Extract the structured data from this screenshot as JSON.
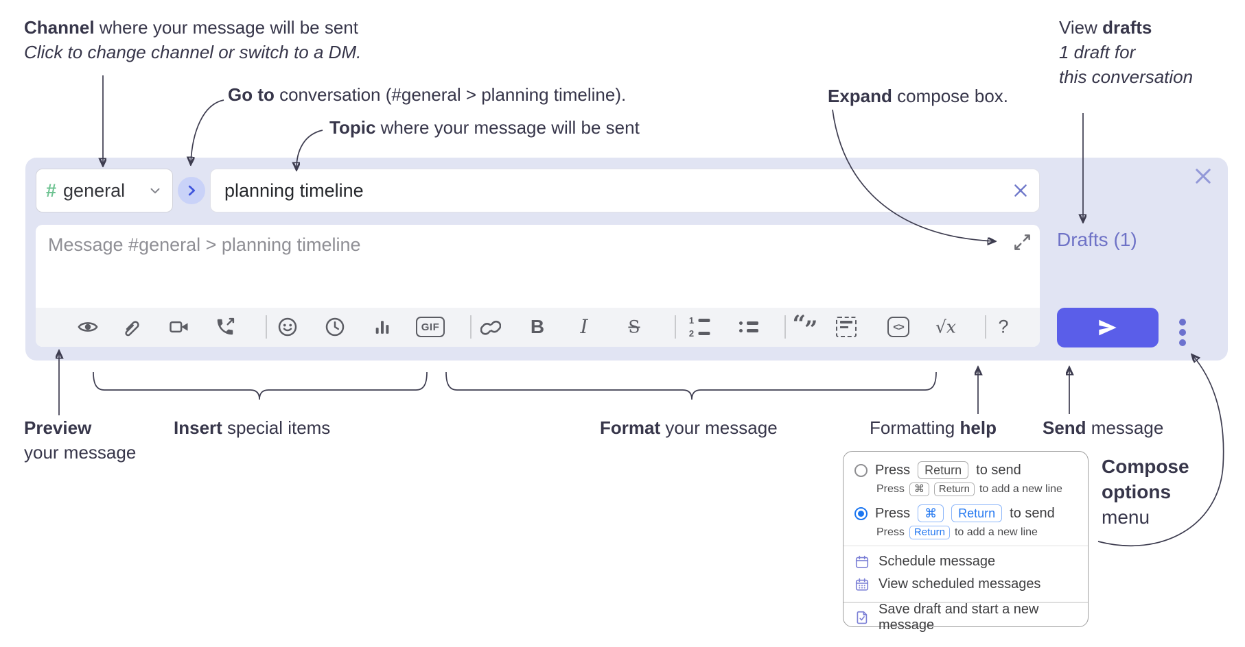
{
  "colors": {
    "compose_bg": "#e1e4f3",
    "send_button": "#5a5ee9",
    "drafts_link": "#6e72c6",
    "channel_hash_green": "#6ec392",
    "goto_circle_bg": "#c9d2f8",
    "toolbar_icon_gray": "#5b5c63",
    "popup_blue": "#2478f0",
    "menu_icon_purple": "#7c80d6",
    "annotation_ink": "#37364a"
  },
  "annotations": {
    "channel_bold": "Channel",
    "channel_rest": " where your message will be sent",
    "channel_sub": "Click to change channel or switch to a DM.",
    "goto_bold": "Go to",
    "goto_rest": " conversation (#general > planning timeline).",
    "topic_bold": "Topic",
    "topic_rest": " where your message will be sent",
    "expand_bold": "Expand",
    "expand_rest": " compose box.",
    "drafts_pre": "View ",
    "drafts_bold": "drafts",
    "drafts_sub1": "1 draft for",
    "drafts_sub2": "this conversation",
    "preview_bold": "Preview",
    "preview_sub": "your message",
    "insert_bold": "Insert",
    "insert_rest": " special items",
    "format_bold": "Format",
    "format_rest": " your message",
    "help_pre": "Formatting ",
    "help_bold": "help",
    "send_bold": "Send",
    "send_rest": " message",
    "compose_opt_line1": "Compose",
    "compose_opt_line2": "options",
    "compose_opt_line3": "menu"
  },
  "compose": {
    "channel_hash": "#",
    "channel_name": "general",
    "topic_value": "planning timeline",
    "message_placeholder": "Message #general > planning timeline",
    "drafts_link": "Drafts (1)"
  },
  "toolbar": {
    "icon_names": [
      "preview-eye",
      "attach-paperclip",
      "start-video-call",
      "start-voice-call",
      "add-emoji",
      "add-global-time",
      "add-poll",
      "add-gif",
      "insert-link",
      "bold",
      "italic",
      "strikethrough",
      "numbered-list",
      "bulleted-list",
      "quote",
      "spoiler",
      "code",
      "math",
      "formatting-help"
    ],
    "gif_label": "GIF",
    "bold_glyph": "B",
    "italic_glyph": "I",
    "strike_glyph": "S",
    "code_glyph": "<>",
    "math_glyph": "√x",
    "help_glyph": "?",
    "ol_num1": "1",
    "ol_num2": "2",
    "quote_open": "“",
    "quote_close": "”"
  },
  "popup": {
    "opt1_press": "Press",
    "opt1_key": "Return",
    "opt1_after": "to send",
    "opt1_sub_press": "Press",
    "opt1_sub_key1": "⌘",
    "opt1_sub_key2": "Return",
    "opt1_sub_after": "to add a new line",
    "opt2_press": "Press",
    "opt2_key1": "⌘",
    "opt2_key2": "Return",
    "opt2_after": "to send",
    "opt2_sub_press": "Press",
    "opt2_sub_key": "Return",
    "opt2_sub_after": "to add a new line",
    "item_schedule": "Schedule message",
    "item_view_scheduled": "View scheduled messages",
    "item_save_draft": "Save draft and start a new message"
  }
}
